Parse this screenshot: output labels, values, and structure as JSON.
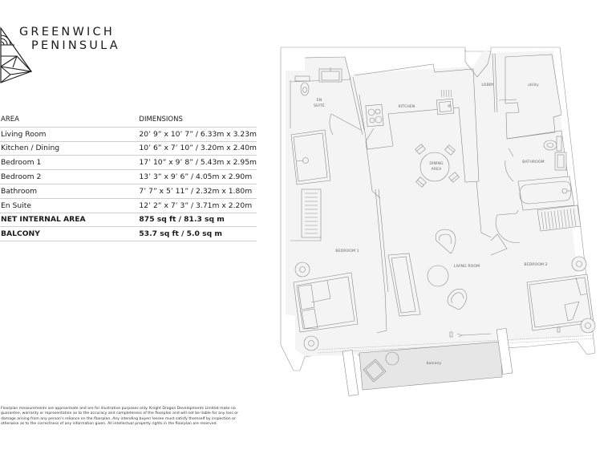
{
  "brand": {
    "line1": "GREENWICH",
    "line2": "PENINSULA",
    "logo_icon": "triangle-arc-logo-icon"
  },
  "spec_table": {
    "headers": [
      "AREA",
      "DIMENSIONS"
    ],
    "rows": [
      {
        "area": "Living Room",
        "dimensions": "20’ 9” x 10’ 7” / 6.33m x 3.23m"
      },
      {
        "area": "Kitchen / Dining",
        "dimensions": "10’ 6” x 7’ 10” / 3.20m x 2.40m"
      },
      {
        "area": "Bedroom 1",
        "dimensions": "17’ 10” x 9’ 8” / 5.43m x 2.95m"
      },
      {
        "area": "Bedroom 2",
        "dimensions": "13’ 3” x 9’ 6” / 4.05m x 2.90m"
      },
      {
        "area": "Bathroom",
        "dimensions": "7’ 7” x 5’ 11” / 2.32m x 1.80m"
      },
      {
        "area": "En Suite",
        "dimensions": "12’ 2” x 7’ 3” / 3.71m x 2.20m"
      }
    ],
    "totals": [
      {
        "area": "NET INTERNAL AREA",
        "dimensions": "875 sq ft / 81.3 sq m"
      },
      {
        "area": "BALCONY",
        "dimensions": "53.7 sq ft / 5.0 sq m"
      }
    ]
  },
  "disclaimer": "Floorplan measurements are approximate and are for illustrative purposes only. Knight Dragon Developments Limited make no guarantee, warranty or representation as to the accuracy and completeness of the floorplan and will not be liable for any loss or damage arising from any person's reliance on the floorplan. Any intending buyer/ lessee must satisfy themself by inspection or otherwise as to the correctness of any information given. All intellectual property rights in the floorplan are reserved.",
  "floorplan": {
    "rooms": {
      "en_suite_1": "EN",
      "en_suite_2": "SUITE",
      "kitchen": "KITCHEN",
      "lobby": "LOBBY",
      "utility": "utility",
      "dining_1": "DINING",
      "dining_2": "AREA",
      "bathroom": "BATHROOM",
      "bedroom1": "BEDROOM 1",
      "living_room": "LIVING ROOM",
      "bedroom2": "BEDROOM 2",
      "balcony": "balcony"
    },
    "colors": {
      "floor": "#f4f4f4",
      "balcony": "#e6e6e6",
      "line": "#8a8a8a"
    }
  }
}
